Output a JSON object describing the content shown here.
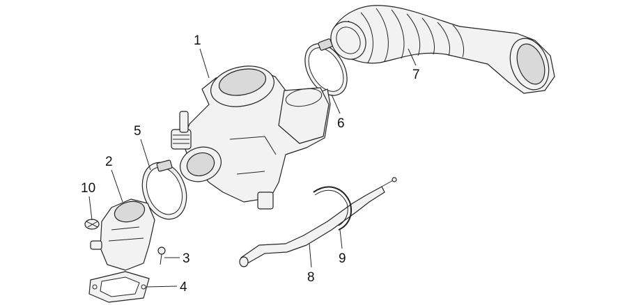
{
  "diagram": {
    "parts": [
      {
        "number": "1",
        "name": "carburetor"
      },
      {
        "number": "2",
        "name": "intake-manifold"
      },
      {
        "number": "3",
        "name": "screw"
      },
      {
        "number": "4",
        "name": "gasket"
      },
      {
        "number": "5",
        "name": "hose-clamp-lower"
      },
      {
        "number": "6",
        "name": "hose-clamp-upper"
      },
      {
        "number": "7",
        "name": "air-intake-duct"
      },
      {
        "number": "8",
        "name": "cable"
      },
      {
        "number": "9",
        "name": "cable-clip"
      },
      {
        "number": "10",
        "name": "small-clamp"
      }
    ]
  }
}
